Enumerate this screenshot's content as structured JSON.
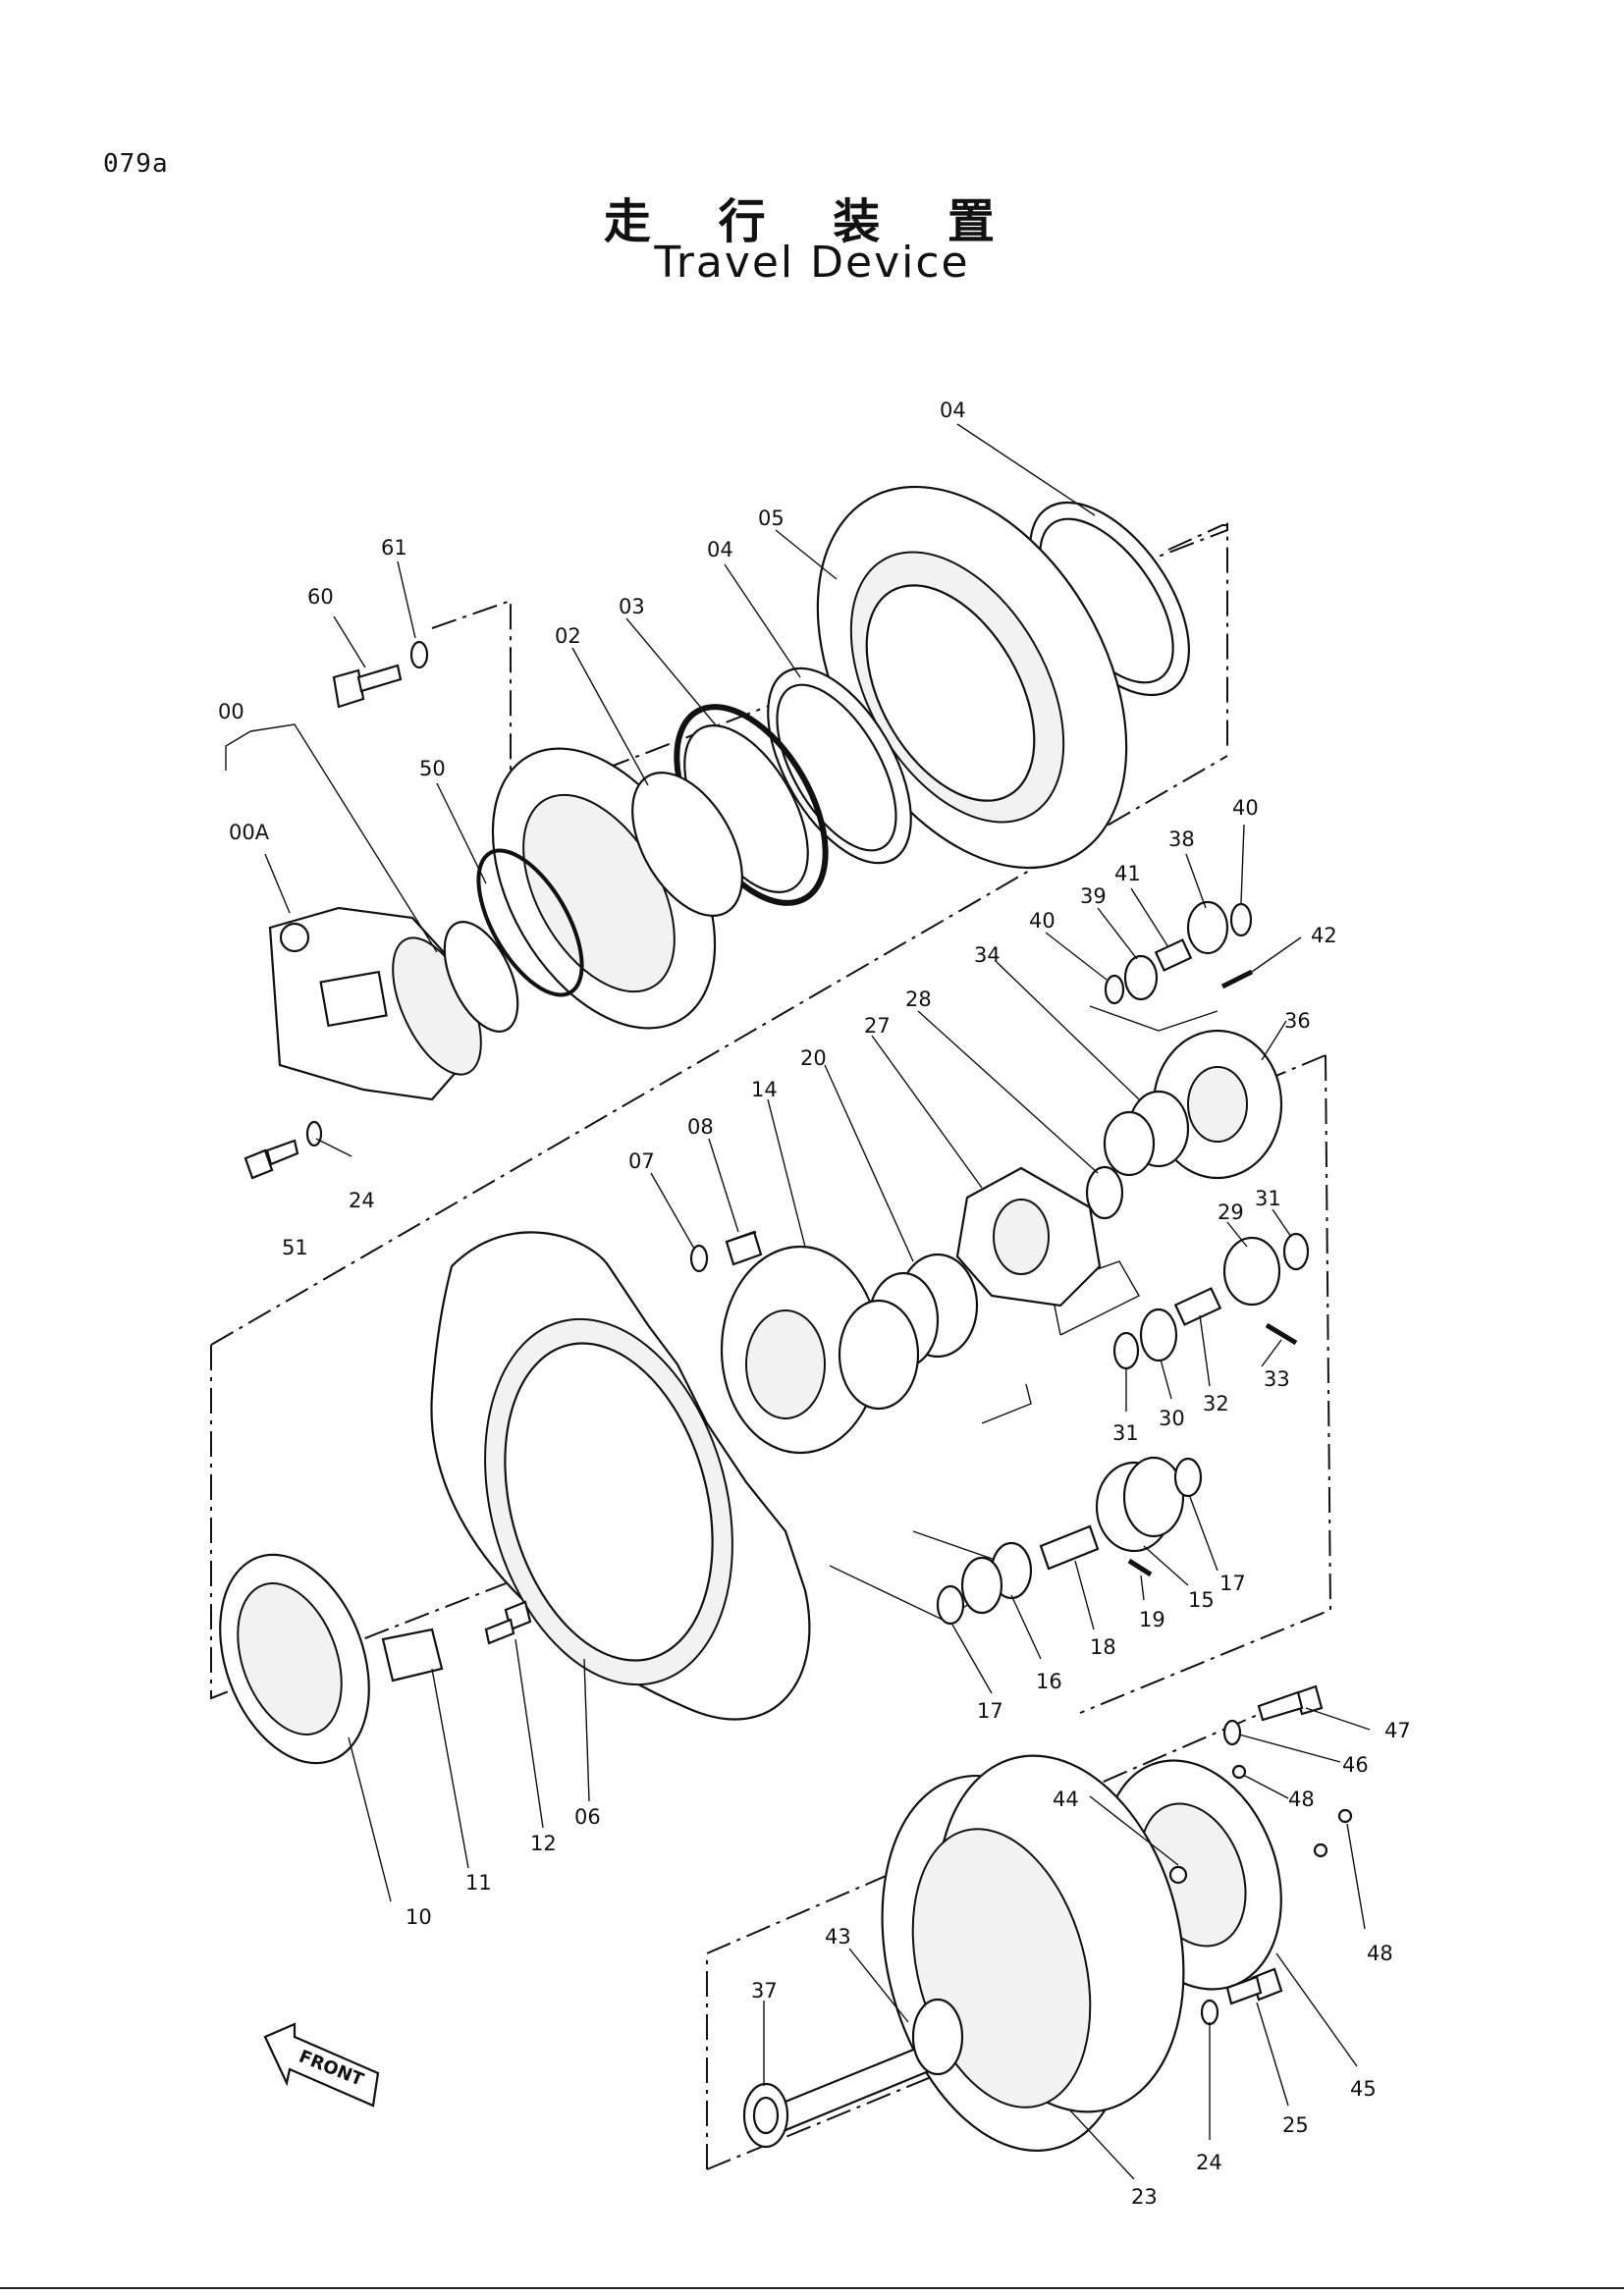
{
  "page_code": "079a",
  "title_jp": "走 行 装 置",
  "title_en": "Travel Device",
  "front_label": "FRONT",
  "parts": [
    {
      "key": "p04a",
      "num": "04"
    },
    {
      "key": "p05",
      "num": "05"
    },
    {
      "key": "p04b",
      "num": "04"
    },
    {
      "key": "p61",
      "num": "61"
    },
    {
      "key": "p60",
      "num": "60"
    },
    {
      "key": "p03",
      "num": "03"
    },
    {
      "key": "p02",
      "num": "02"
    },
    {
      "key": "p00",
      "num": "00"
    },
    {
      "key": "p50",
      "num": "50"
    },
    {
      "key": "p00A",
      "num": "00A"
    },
    {
      "key": "p40a",
      "num": "40"
    },
    {
      "key": "p38",
      "num": "38"
    },
    {
      "key": "p41",
      "num": "41"
    },
    {
      "key": "p39",
      "num": "39"
    },
    {
      "key": "p40b",
      "num": "40"
    },
    {
      "key": "p42",
      "num": "42"
    },
    {
      "key": "p34",
      "num": "34"
    },
    {
      "key": "p36",
      "num": "36"
    },
    {
      "key": "p28",
      "num": "28"
    },
    {
      "key": "p27",
      "num": "27"
    },
    {
      "key": "p20",
      "num": "20"
    },
    {
      "key": "p14",
      "num": "14"
    },
    {
      "key": "p08",
      "num": "08"
    },
    {
      "key": "p07",
      "num": "07"
    },
    {
      "key": "p24a",
      "num": "24"
    },
    {
      "key": "p51",
      "num": "51"
    },
    {
      "key": "p31a",
      "num": "31"
    },
    {
      "key": "p29",
      "num": "29"
    },
    {
      "key": "p33",
      "num": "33"
    },
    {
      "key": "p32",
      "num": "32"
    },
    {
      "key": "p30",
      "num": "30"
    },
    {
      "key": "p31b",
      "num": "31"
    },
    {
      "key": "p17a",
      "num": "17"
    },
    {
      "key": "p15",
      "num": "15"
    },
    {
      "key": "p19",
      "num": "19"
    },
    {
      "key": "p18",
      "num": "18"
    },
    {
      "key": "p16",
      "num": "16"
    },
    {
      "key": "p17b",
      "num": "17"
    },
    {
      "key": "p47",
      "num": "47"
    },
    {
      "key": "p46",
      "num": "46"
    },
    {
      "key": "p48a",
      "num": "48"
    },
    {
      "key": "p44",
      "num": "44"
    },
    {
      "key": "p06",
      "num": "06"
    },
    {
      "key": "p12",
      "num": "12"
    },
    {
      "key": "p11",
      "num": "11"
    },
    {
      "key": "p10",
      "num": "10"
    },
    {
      "key": "p48b",
      "num": "48"
    },
    {
      "key": "p43",
      "num": "43"
    },
    {
      "key": "p37",
      "num": "37"
    },
    {
      "key": "p45",
      "num": "45"
    },
    {
      "key": "p25",
      "num": "25"
    },
    {
      "key": "p24b",
      "num": "24"
    },
    {
      "key": "p23",
      "num": "23"
    }
  ]
}
